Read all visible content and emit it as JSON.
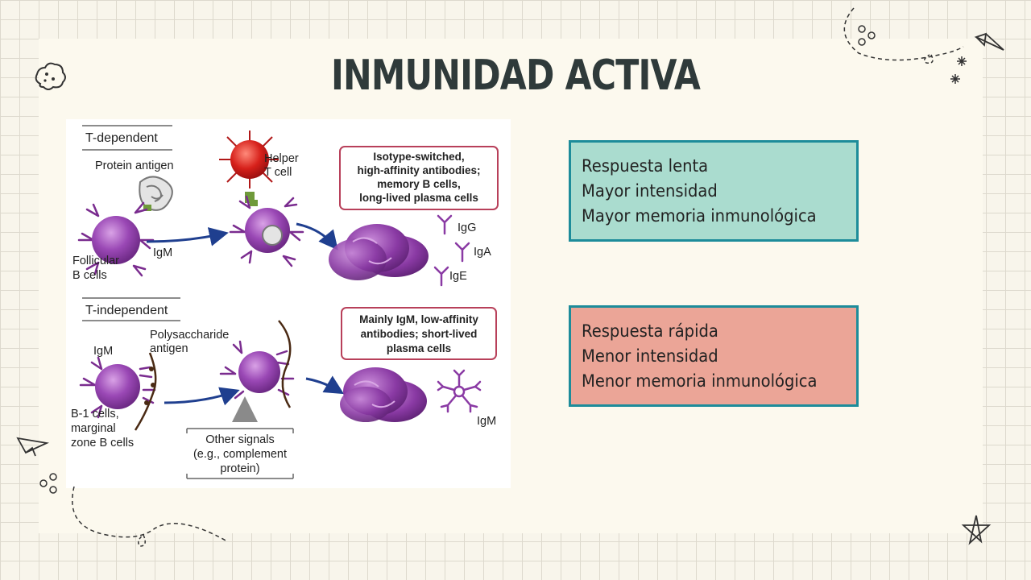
{
  "title": "INMUNIDAD ACTIVA",
  "figure": {
    "t_dependent": {
      "header": "T-dependent",
      "protein_antigen": "Protein antigen",
      "helper_t_cell": [
        "Helper",
        "T cell"
      ],
      "igm": "IgM",
      "follicular_b_cells": [
        "Follicular",
        "B cells"
      ],
      "outcome": [
        "Isotype-switched,",
        "high-affinity antibodies;",
        "memory B cells,",
        "long-lived plasma cells"
      ],
      "antibodies": [
        "IgG",
        "IgA",
        "IgE"
      ]
    },
    "t_independent": {
      "header": "T-independent",
      "igm": "IgM",
      "polysaccharide_antigen": [
        "Polysaccharide",
        "antigen"
      ],
      "b_cells": [
        "B-1 cells,",
        "marginal",
        "zone B cells"
      ],
      "other_signals": [
        "Other signals",
        "(e.g., complement",
        "protein)"
      ],
      "outcome": [
        "Mainly IgM, low-affinity",
        "antibodies; short-lived",
        "plasma cells"
      ],
      "antibody": "IgM"
    }
  },
  "boxes": {
    "t_dependent_box": {
      "color": "#aadccf",
      "lines": [
        "Respuesta lenta",
        "Mayor intensidad",
        "Mayor memoria inmunológica"
      ]
    },
    "t_independent_box": {
      "color": "#eba597",
      "lines": [
        "Respuesta rápida",
        "Menor intensidad",
        "Menor memoria inmunológica"
      ]
    }
  },
  "colors": {
    "border": "#1d8c9a",
    "title": "#2f3a3a",
    "cell": "#8e3fa6",
    "outcome_border": "#b8405a"
  }
}
